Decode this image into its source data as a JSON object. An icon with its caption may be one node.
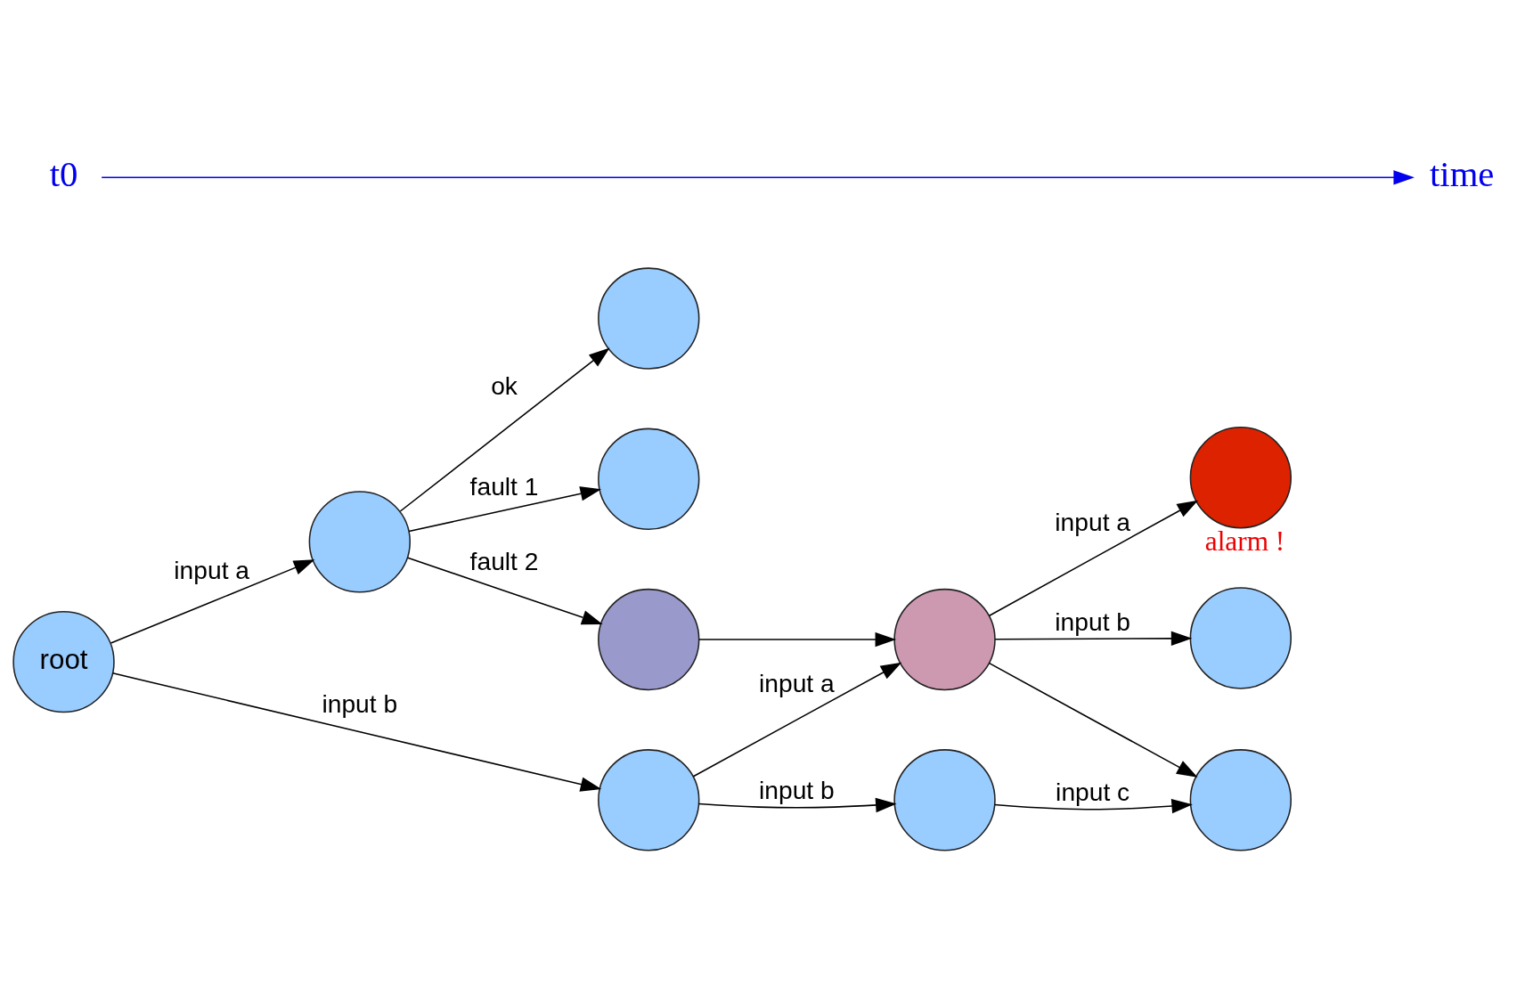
{
  "diagram": {
    "nodes": [
      {
        "text": [
          "root"
        ]
      },
      {
        "text": [],
        "shape": "circle"
      },
      {
        "text": [],
        "shape": "circle"
      },
      {
        "text": [],
        "shape": "circle"
      },
      {
        "text": [],
        "shape": "circle"
      },
      {
        "text": [],
        "shape": "circle"
      },
      {
        "text": [],
        "shape": "circle"
      },
      {
        "text": [],
        "shape": "circle",
        "beside": [
          "alarm !"
        ]
      },
      {
        "text": [],
        "shape": "circle"
      },
      {
        "text": [],
        "shape": "circle"
      },
      {
        "text": [],
        "shape": "circle"
      }
    ],
    "edges": [
      {
        "from": 0,
        "to": 1,
        "arrow": "to",
        "label": "input a"
      },
      {
        "from": 0,
        "to": 5,
        "arrow": "to",
        "label": "input b"
      },
      {
        "from": 1,
        "to": 2,
        "arrow": "to",
        "label": "ok"
      },
      {
        "from": 1,
        "to": 3,
        "arrow": "to",
        "label": "fault 1"
      },
      {
        "from": 1,
        "to": 4,
        "arrow": "to",
        "label": "fault 2"
      },
      {
        "from": 4,
        "to": 6,
        "arrow": "to"
      },
      {
        "from": 5,
        "to": 6,
        "arrow": "to",
        "label": "input a"
      },
      {
        "from": 5,
        "to": 9,
        "arrow": "to",
        "label": "input b"
      },
      {
        "from": 6,
        "to": 7,
        "arrow": "to",
        "label": "input a"
      },
      {
        "from": 6,
        "to": 8,
        "arrow": "to",
        "label": "input b"
      },
      {
        "from": 6,
        "to": 10,
        "arrow": "to"
      },
      {
        "from": 9,
        "to": 10,
        "arrow": "to",
        "label": "input c"
      }
    ],
    "labels": [
      "time",
      "t0"
    ]
  }
}
